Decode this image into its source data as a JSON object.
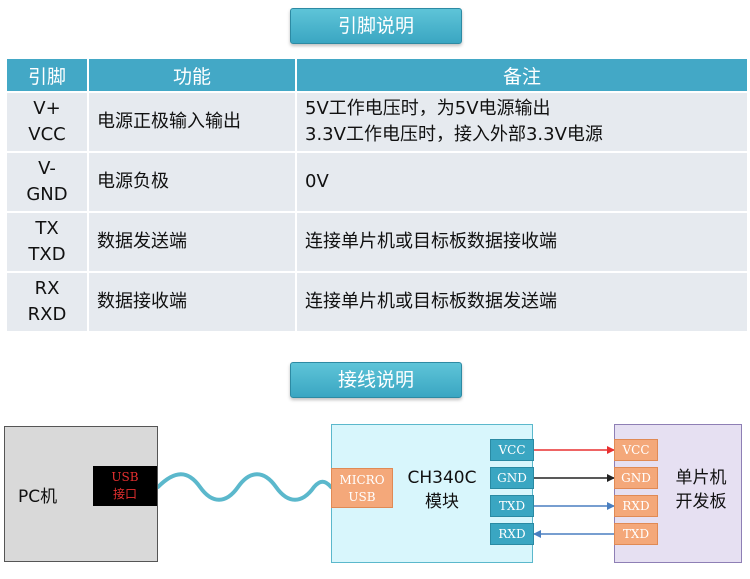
{
  "pin_section": {
    "title": "引脚说明"
  },
  "table": {
    "headers": [
      "引脚",
      "功能",
      "备注"
    ],
    "rows": [
      {
        "pin": [
          "V+",
          "VCC"
        ],
        "function": "电源正极输入输出",
        "note": [
          "5V工作电压时，为5V电源输出",
          "3.3V工作电压时，接入外部3.3V电源"
        ]
      },
      {
        "pin": [
          "V-",
          "GND"
        ],
        "function": "电源负极",
        "note": [
          "0V"
        ]
      },
      {
        "pin": [
          "TX",
          "TXD"
        ],
        "function": "数据发送端",
        "note": [
          "连接单片机或目标板数据接收端"
        ]
      },
      {
        "pin": [
          "RX",
          "RXD"
        ],
        "function": "数据接收端",
        "note": [
          "连接单片机或目标板数据发送端"
        ]
      }
    ]
  },
  "wiring_section": {
    "title": "接线说明"
  },
  "pc": {
    "label": "PC机",
    "usb_label": [
      "USB",
      "接口"
    ]
  },
  "module": {
    "micro_label": [
      "MICRO",
      "USB"
    ],
    "name": [
      "CH340C",
      "模块"
    ],
    "pins": [
      "VCC",
      "GND",
      "TXD",
      "RXD"
    ]
  },
  "mcu": {
    "name": [
      "单片机",
      "开发板"
    ],
    "pins": [
      "VCC",
      "GND",
      "RXD",
      "TXD"
    ]
  },
  "colors": {
    "accent": "#43a8c6",
    "vcc_wire": "#e83030",
    "gnd_wire": "#222222",
    "data_wire": "#4a7fc0",
    "usb_text": "#e83030"
  }
}
